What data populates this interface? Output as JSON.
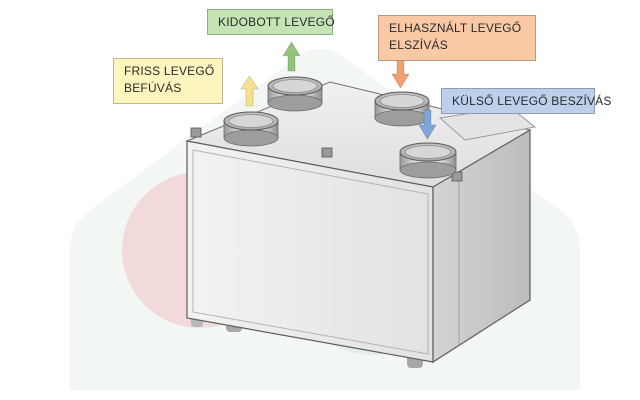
{
  "labels": {
    "fresh_supply": {
      "line1": "FRISS LEVEGŐ",
      "line2": "BEFÚVÁS",
      "color": "#FCF6BE"
    },
    "exhaust_air": {
      "line1": "KIDOBOTT LEVEGŐ",
      "color": "#C5E4B5"
    },
    "extract_air": {
      "line1": "ELHASZNÁLT LEVEGŐ",
      "line2": "ELSZÍVÁS",
      "color": "#F9C9A5"
    },
    "outdoor_intake": {
      "line1": "KÜLSŐ LEVEGŐ BESZÍVÁS",
      "color": "#BCD0EB"
    }
  },
  "arrows": {
    "fresh_supply": {
      "direction": "up",
      "color": "#F6E28E"
    },
    "exhaust_air": {
      "direction": "up",
      "color": "#92C57A"
    },
    "extract_air": {
      "direction": "down",
      "color": "#F2A06F"
    },
    "outdoor_intake": {
      "direction": "down",
      "color": "#7FA6D8"
    }
  },
  "watermark": {
    "colors": [
      "#F2DADA",
      "#E2EFE6",
      "#D9E8EF"
    ]
  }
}
